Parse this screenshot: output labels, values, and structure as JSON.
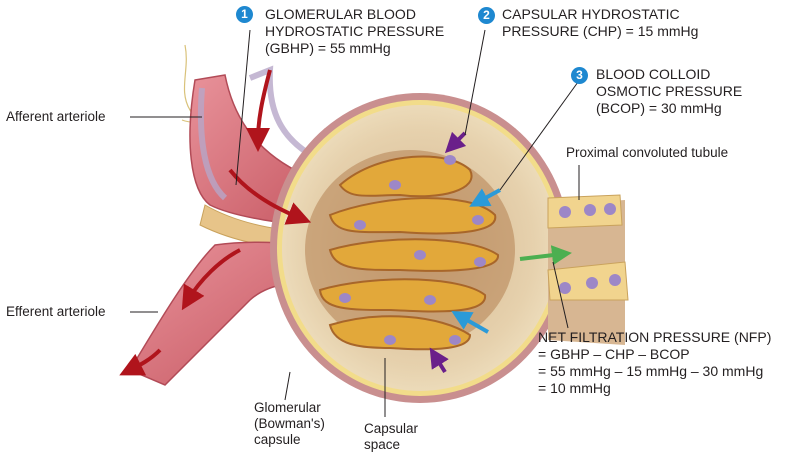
{
  "title": "Glomerular filtration pressures",
  "callouts": [
    {
      "number": "1",
      "lines": [
        "GLOMERULAR BLOOD",
        "HYDROSTATIC PRESSURE",
        "(GBHP) = 55 mmHg"
      ]
    },
    {
      "number": "2",
      "lines": [
        "CAPSULAR HYDROSTATIC",
        "PRESSURE (CHP) = 15 mmHg"
      ]
    },
    {
      "number": "3",
      "lines": [
        "BLOOD COLLOID",
        "OSMOTIC PRESSURE",
        "(BCOP) = 30 mmHg"
      ]
    }
  ],
  "nfp": {
    "lines": [
      "NET FILTRATION PRESSURE (NFP)",
      "= GBHP – CHP – BCOP",
      "= 55 mmHg – 15 mmHg – 30 mmHg",
      "= 10 mmHg"
    ]
  },
  "labels": {
    "afferent": "Afferent arteriole",
    "efferent": "Efferent arteriole",
    "pct": "Proximal convoluted tubule",
    "bowman": [
      "Glomerular",
      "(Bowman's)",
      "capsule"
    ],
    "capsular_space": [
      "Capsular",
      "space"
    ]
  },
  "colors": {
    "badge": "#1e88d0",
    "gbhp_arrow": "#b0141c",
    "chp_arrow": "#6a1f8a",
    "bcop_arrow": "#2b9ad8",
    "nfp_arrow": "#4caf50",
    "capsule": "#e8d2ac",
    "glomerulus": "#e2a83a",
    "vessel": "#d9707a"
  }
}
